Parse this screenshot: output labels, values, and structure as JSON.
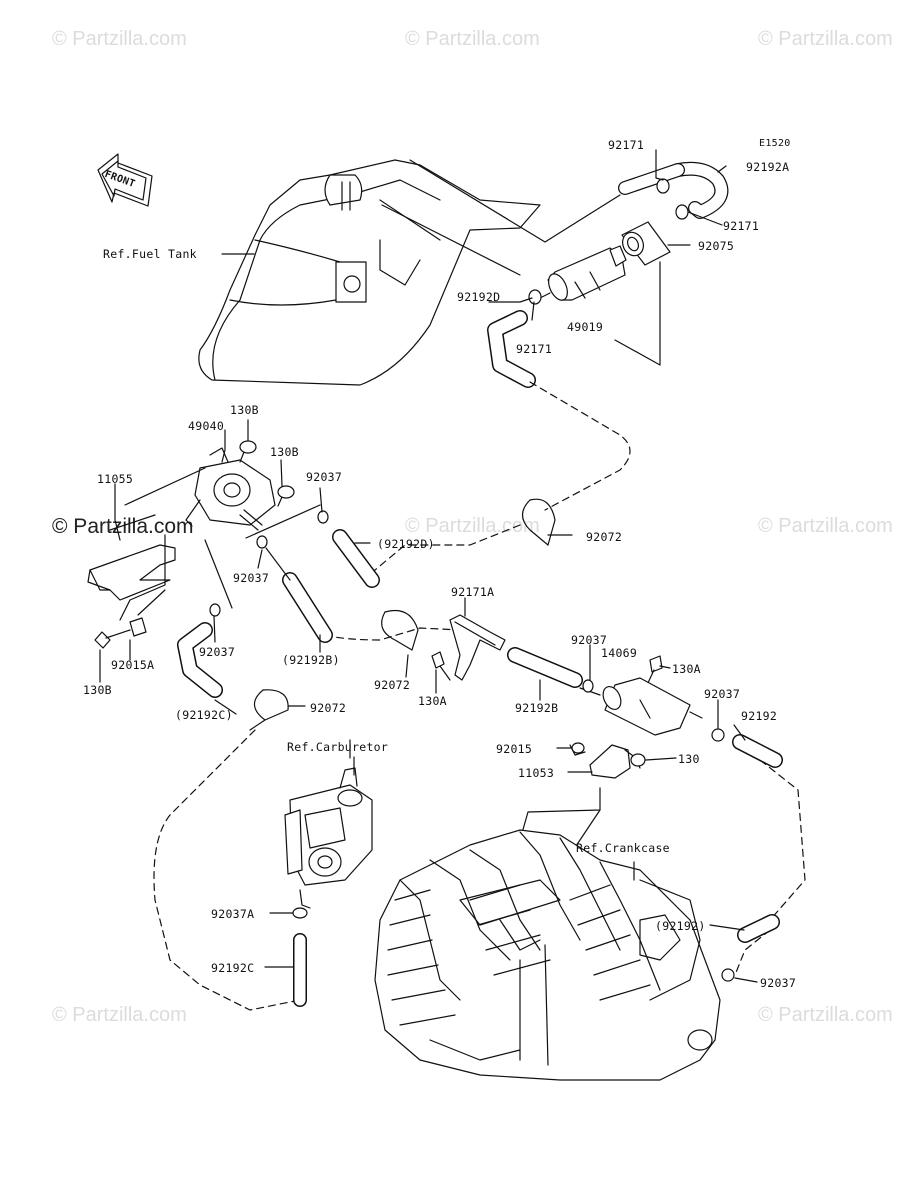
{
  "watermark": "© Partzilla.com",
  "diagram_code": "E1520",
  "front_label": "FRONT",
  "refs": {
    "fuel_tank": "Ref.Fuel Tank",
    "carburetor": "Ref.Carburetor",
    "crankcase": "Ref.Crankcase"
  },
  "parts": [
    {
      "id": "92171-top",
      "text": "92171"
    },
    {
      "id": "92192A",
      "text": "92192A"
    },
    {
      "id": "92171-right",
      "text": "92171"
    },
    {
      "id": "92075",
      "text": "92075"
    },
    {
      "id": "92192D",
      "text": "92192D"
    },
    {
      "id": "49019",
      "text": "49019"
    },
    {
      "id": "92171-bottom",
      "text": "92171"
    },
    {
      "id": "130B-top",
      "text": "130B"
    },
    {
      "id": "49040",
      "text": "49040"
    },
    {
      "id": "130B-mid",
      "text": "130B"
    },
    {
      "id": "92037-a",
      "text": "92037"
    },
    {
      "id": "11055",
      "text": "11055"
    },
    {
      "id": "92037-b",
      "text": "92037"
    },
    {
      "id": "92192D-paren",
      "text": "(92192D)"
    },
    {
      "id": "92072-a",
      "text": "92072"
    },
    {
      "id": "92171A",
      "text": "92171A"
    },
    {
      "id": "92037-c",
      "text": "92037"
    },
    {
      "id": "92015A",
      "text": "92015A"
    },
    {
      "id": "130B-bottom",
      "text": "130B"
    },
    {
      "id": "92192B-paren",
      "text": "(92192B)"
    },
    {
      "id": "92072-b",
      "text": "92072"
    },
    {
      "id": "130A-left",
      "text": "130A"
    },
    {
      "id": "92192B",
      "text": "92192B"
    },
    {
      "id": "92037-d",
      "text": "92037"
    },
    {
      "id": "14069",
      "text": "14069"
    },
    {
      "id": "130A-right",
      "text": "130A"
    },
    {
      "id": "92037-e",
      "text": "92037"
    },
    {
      "id": "92192",
      "text": "92192"
    },
    {
      "id": "92192C-paren",
      "text": "(92192C)"
    },
    {
      "id": "92072-c",
      "text": "92072"
    },
    {
      "id": "92015",
      "text": "92015"
    },
    {
      "id": "130",
      "text": "130"
    },
    {
      "id": "11053",
      "text": "11053"
    },
    {
      "id": "92037A",
      "text": "92037A"
    },
    {
      "id": "92192C",
      "text": "92192C"
    },
    {
      "id": "92192-paren",
      "text": "(92192)"
    },
    {
      "id": "92037-f",
      "text": "92037"
    }
  ]
}
